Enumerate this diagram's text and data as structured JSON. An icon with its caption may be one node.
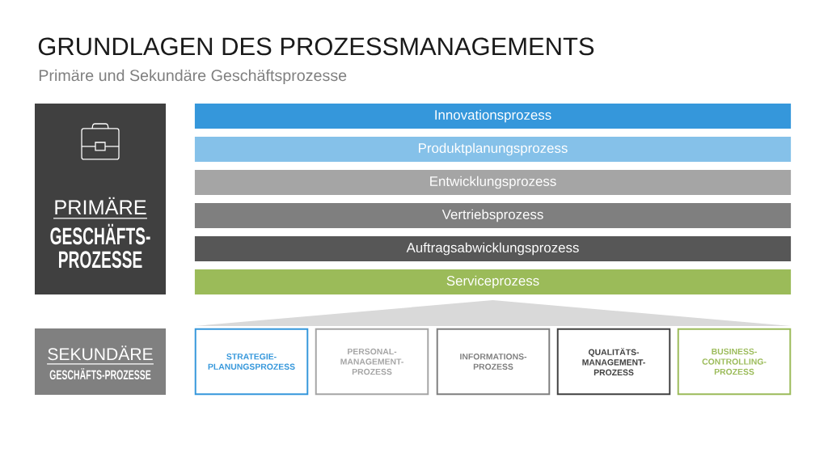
{
  "diagram": {
    "title": "GRUNDLAGEN DES PROZESSMANAGEMENTS",
    "nodes": [
      {
        "text": [
          "PRIMÄRE",
          "GESCHÄFTS- PROZESSE"
        ]
      },
      {
        "text": [
          "Innovationsprozess"
        ]
      },
      {
        "text": [
          "Produktplanungsprozess"
        ]
      },
      {
        "text": [
          "Entwicklungsprozess"
        ]
      },
      {
        "text": [
          "Vertriebsprozess"
        ]
      },
      {
        "text": [
          "Auftragsabwicklungsprozess"
        ]
      },
      {
        "text": [
          "Serviceprozess"
        ]
      },
      {
        "text": [],
        "shape": "triangle"
      },
      {
        "text": [
          "SEKUNDÄRE",
          "GESCHÄFTS-PROZESSE"
        ]
      },
      {
        "text": [
          "STRATEGIE- PLANUNGSPROZESS"
        ]
      },
      {
        "text": [
          "PERSONAL- MANAGEMENT- PROZESS"
        ]
      },
      {
        "text": [
          "INFORMATIONS- PROZESS"
        ]
      },
      {
        "text": [
          "QUALITÄTS- MANAGEMENT- PROZESS"
        ]
      },
      {
        "text": [
          "BUSINESS- CONTROLLING- PROZESS"
        ]
      }
    ],
    "labels": [
      "Primäre und Sekundäre Geschäftsprozesse"
    ]
  }
}
